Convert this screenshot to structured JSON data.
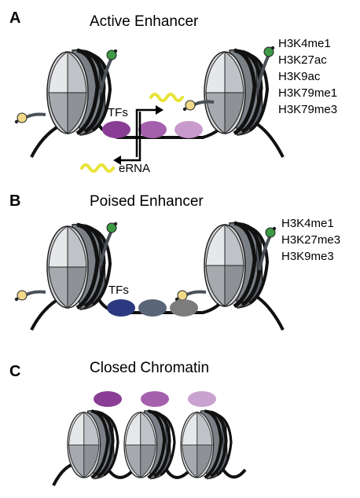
{
  "panels": [
    {
      "letter": "A",
      "title": "Active Enhancer",
      "marks": [
        "H3K4me1",
        "H3K27ac",
        "H3K9ac",
        "H3K79me1",
        "H3K79me3"
      ],
      "tf_label": "TFs",
      "rna_label": "eRNA",
      "tf_colors": [
        "#8a3d95",
        "#a560ad",
        "#c99acc"
      ]
    },
    {
      "letter": "B",
      "title": "Poised Enhancer",
      "marks": [
        "H3K4me1",
        "H3K27me3",
        "H3K9me3"
      ],
      "tf_label": "TFs",
      "tf_colors": [
        "#2b3a80",
        "#5a6577",
        "#7c7c7c"
      ]
    },
    {
      "letter": "C",
      "title": "Closed Chromatin",
      "tf_colors": [
        "#8a3d95",
        "#a560ad",
        "#c9a3cf"
      ]
    }
  ],
  "colors": {
    "dna": "#111111",
    "histone_light": "#d4d6d9",
    "histone_mid": "#a6aaae",
    "histone_dark": "#5b6068",
    "green_mark": "#3d9a45",
    "yellow_mark": "#f2d98a",
    "rna": "#e8e337"
  }
}
